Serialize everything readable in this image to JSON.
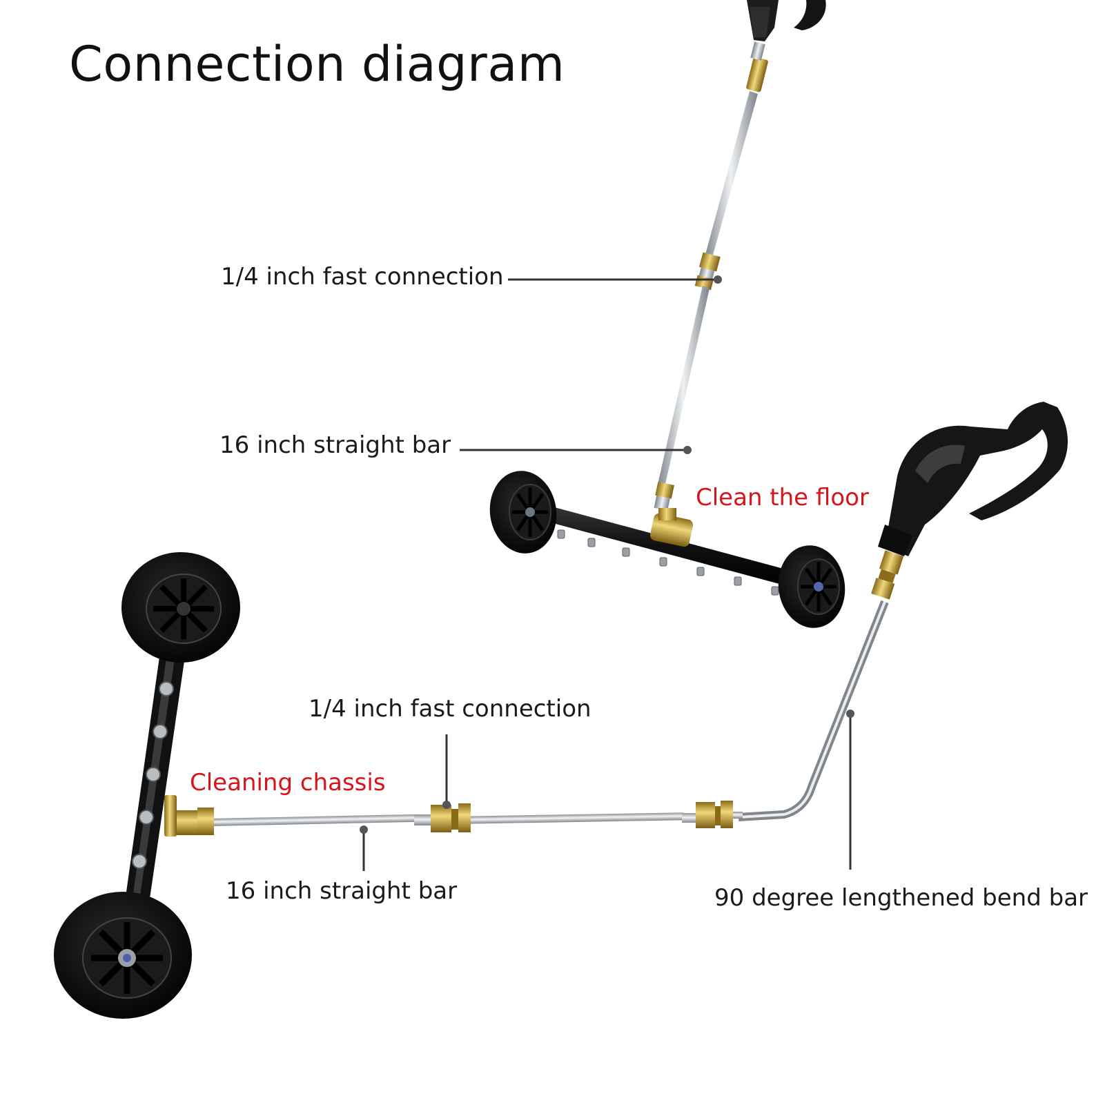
{
  "title": "Connection diagram",
  "labels": {
    "top_fast_connection": "1/4 inch fast connection",
    "top_straight_bar": "16 inch straight bar",
    "clean_floor": "Clean the floor",
    "bottom_fast_connection": "1/4 inch fast connection",
    "cleaning_chassis": "Cleaning chassis",
    "bottom_straight_bar": "16 inch straight bar",
    "bend_bar": "90 degree lengthened bend bar"
  },
  "colors": {
    "text": "#1a1a1a",
    "highlight_red": "#d8141a",
    "black_parts": "#111111",
    "steel": "#b9bec3",
    "brass": "#c9a43c"
  }
}
